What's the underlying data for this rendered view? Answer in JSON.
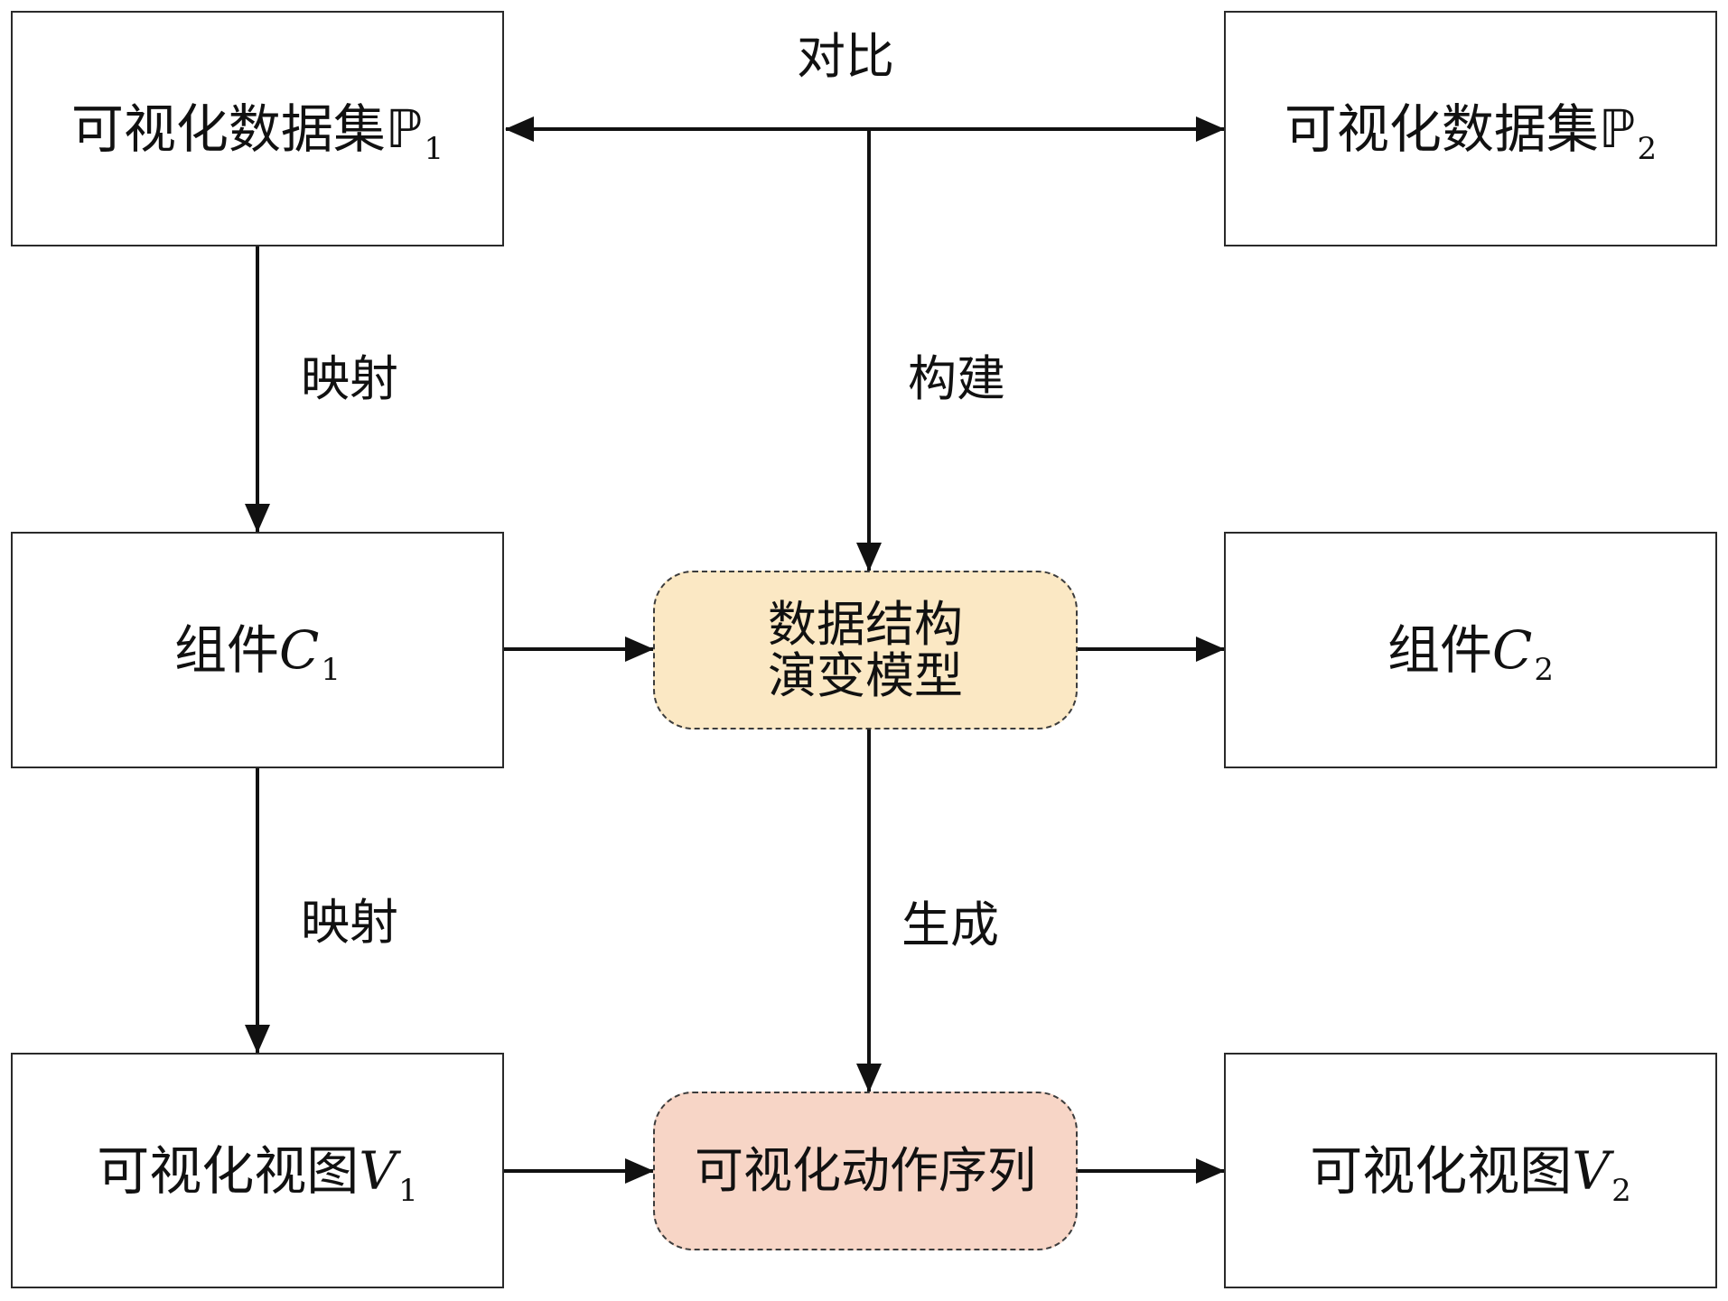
{
  "nodes": {
    "dataset1": {
      "label": "可视化数据集",
      "symbol": "ℙ",
      "sub": "1"
    },
    "dataset2": {
      "label": "可视化数据集",
      "symbol": "ℙ",
      "sub": "2"
    },
    "component1": {
      "label": "组件",
      "symbol": "C",
      "sub": "1"
    },
    "component2": {
      "label": "组件",
      "symbol": "C",
      "sub": "2"
    },
    "view1": {
      "label": "可视化视图",
      "symbol": "V",
      "sub": "1"
    },
    "view2": {
      "label": "可视化视图",
      "symbol": "V",
      "sub": "2"
    },
    "model": {
      "line1": "数据结构",
      "line2": "演变模型",
      "fill": "#fbe8c4"
    },
    "sequence": {
      "label": "可视化动作序列",
      "fill": "#f7d5c6"
    }
  },
  "edges": {
    "compare": "对比",
    "map_top": "映射",
    "build": "构建",
    "map_bottom": "映射",
    "generate": "生成"
  }
}
